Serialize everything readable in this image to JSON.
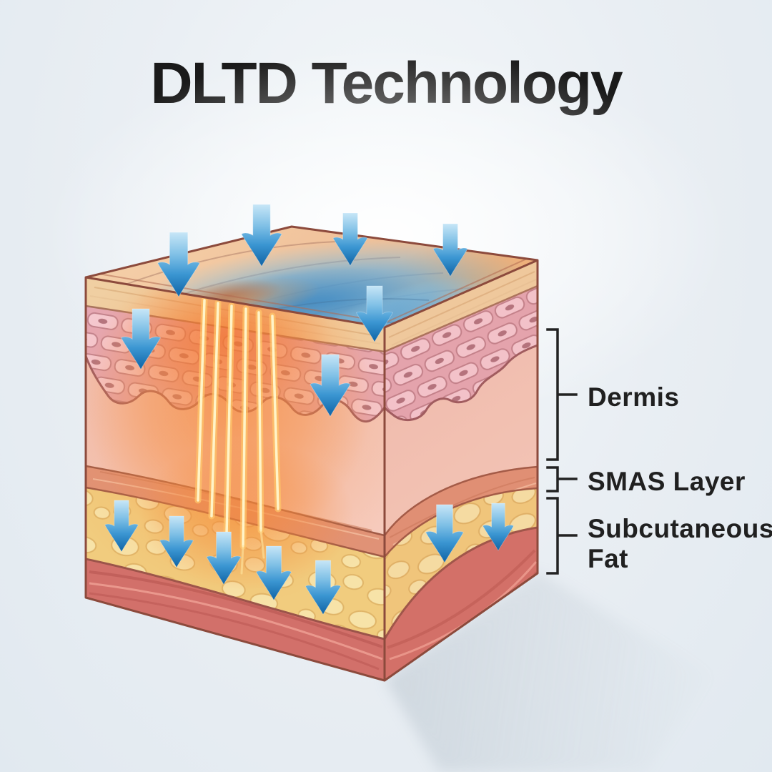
{
  "title": "DLTD Technology",
  "annotations": {
    "dermis": {
      "label": "Dermis"
    },
    "smas": {
      "label": "SMAS Layer"
    },
    "subcutaneous": {
      "label_line1": "Subcutaneous",
      "label_line2": "Fat"
    }
  },
  "diagram": {
    "type": "skin-layer-cross-section-3d-block",
    "arrow_counts": {
      "surface": 7,
      "fat_layer": 7
    },
    "laser_ray_count": 6,
    "colors": {
      "background": "#e9eef3",
      "title_text": "#1a1a1a",
      "label_text": "#202020",
      "bracket": "#222222",
      "outline": "#8c4a3c",
      "epidermis": "#f0cfa2",
      "dermis_upper": "#e5a7b3",
      "dermis_brick": "#f5c9d2",
      "dermis_lower": "#f4c6ba",
      "smas_layer": "#e09277",
      "subcutaneous_fat": "#f1cc7e",
      "fat_blob": "#f8e6ad",
      "muscle": "#d2706a",
      "cooling_blue": "#62a8d6",
      "laser_orange": "#f68737",
      "laser_core": "#fff4c8",
      "arrow_blue": "#2f8ecd",
      "shadow": "#a9b6c1"
    }
  }
}
